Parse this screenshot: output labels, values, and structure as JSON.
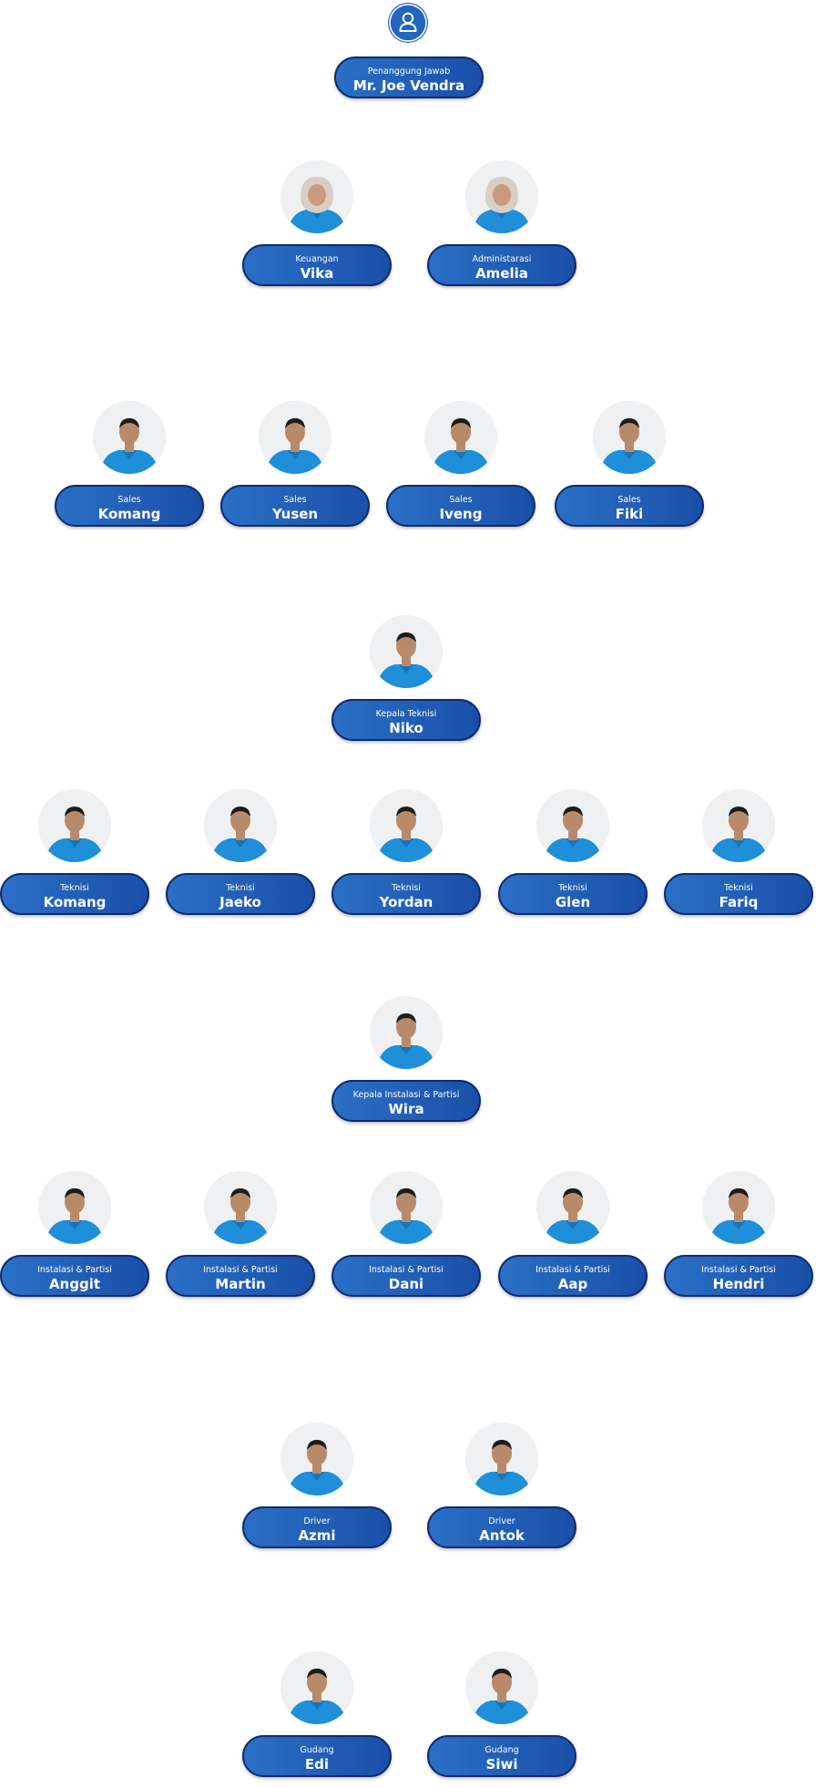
{
  "leader": {
    "icon": "user-icon",
    "role": "Penanggung Jawab",
    "name": "Mr. Joe Vendra"
  },
  "members": [
    {
      "role": "Keuangan",
      "name": "Vika",
      "avatar": "person-hijab-photo"
    },
    {
      "role": "Administarasi",
      "name": "Amelia",
      "avatar": "person-hijab-photo"
    },
    {
      "role": "Sales",
      "name": "Komang",
      "avatar": "person-photo"
    },
    {
      "role": "Sales",
      "name": "Yusen",
      "avatar": "person-photo"
    },
    {
      "role": "Sales",
      "name": "Iveng",
      "avatar": "person-photo"
    },
    {
      "role": "Sales",
      "name": "Fiki",
      "avatar": "person-photo"
    },
    {
      "role": "Kepala Teknisi",
      "name": "Niko",
      "avatar": "person-photo"
    },
    {
      "role": "Teknisi",
      "name": "Komang",
      "avatar": "person-photo"
    },
    {
      "role": "Teknisi",
      "name": "Jaeko",
      "avatar": "person-photo"
    },
    {
      "role": "Teknisi",
      "name": "Yordan",
      "avatar": "person-photo"
    },
    {
      "role": "Teknisi",
      "name": "Glen",
      "avatar": "person-photo"
    },
    {
      "role": "Teknisi",
      "name": "Fariq",
      "avatar": "person-photo"
    },
    {
      "role": "Kepala Instalasi & Partisi",
      "name": "Wira",
      "avatar": "person-photo"
    },
    {
      "role": "Instalasi & Partisi",
      "name": "Anggit",
      "avatar": "person-photo"
    },
    {
      "role": "Instalasi & Partisi",
      "name": "Martin",
      "avatar": "person-photo"
    },
    {
      "role": "Instalasi & Partisi",
      "name": "Dani",
      "avatar": "person-photo"
    },
    {
      "role": "Instalasi & Partisi",
      "name": "Aap",
      "avatar": "person-photo"
    },
    {
      "role": "Instalasi & Partisi",
      "name": "Hendri",
      "avatar": "person-photo"
    },
    {
      "role": "Driver",
      "name": "Azmi",
      "avatar": "person-photo"
    },
    {
      "role": "Driver",
      "name": "Antok",
      "avatar": "person-photo"
    },
    {
      "role": "Gudang",
      "name": "Edi",
      "avatar": "person-photo"
    },
    {
      "role": "Gudang",
      "name": "Siwi",
      "avatar": "person-photo"
    }
  ],
  "colors": {
    "pill_start": "#2a70c6",
    "pill_end": "#1a4fa8",
    "pill_border": "#0f2a6f",
    "shirt": "#1e8fd8",
    "icon_bg": "#2465be"
  }
}
